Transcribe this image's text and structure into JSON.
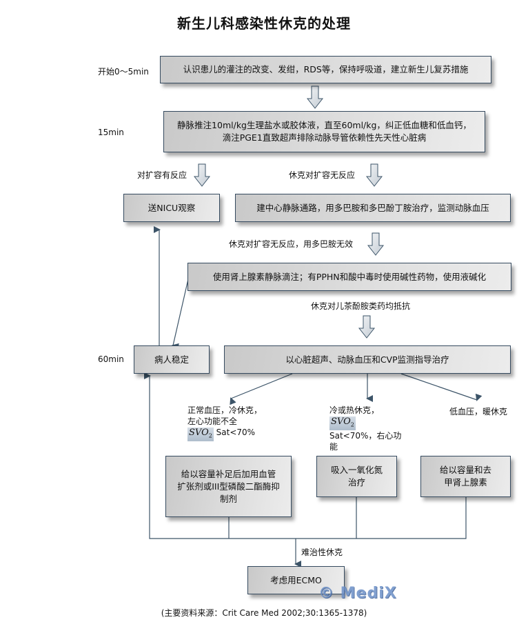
{
  "title": "新生儿科感染性休克的处理",
  "time_labels": {
    "t0": "开始0～5min",
    "t15": "15min",
    "t60": "60min"
  },
  "boxes": {
    "initial": "认识患儿的灌注的改变、发绀，RDS等，保持呼吸道，建立新生儿复苏措施",
    "fluid_line1": "静脉推注10ml/kg生理盐水或胶体液，直至60ml/kg，纠正低血糖和低血钙，",
    "fluid_line2": "滴注PGE1直致超声排除动脉导管依赖性先天性心脏病",
    "nicu": "送NICU观察",
    "central_line": "建中心静脉通路，用多巴胺和多巴酚丁胺治疗，监测动脉血压",
    "epinephrine": "使用肾上腺素静脉滴注；有PPHN和酸中毒时使用碱性药物，使用液碱化",
    "stable": "病人稳定",
    "monitor": "以心脏超声、动脉血压和CVP监测指导治疗",
    "vasodilator": "给以容量补足后加用血管扩张剂或III型磷酸二酯酶抑制剂",
    "nitric_oxide": "吸入一氧化氮治疗",
    "norepinephrine": "给以容量和去甲肾上腺素",
    "ecmo": "考虑用ECMO"
  },
  "arrow_labels": {
    "responsive": "对扩容有反应",
    "unresponsive": "休克对扩容无反应",
    "dopamine_failed": "休克对扩容无反应，用多巴胺无效",
    "catecholamine_resistant": "休克对儿茶酚胺类药均抵抗",
    "refractory": "难治性休克"
  },
  "branches": {
    "left_line1": "正常血压，冷休克，",
    "left_line2": "左心功能不全",
    "left_sat": "Sat<70%",
    "middle_pre": "冷或热休克，",
    "middle_post": "Sat<70%，右心功能",
    "right": "低血压，暖休克",
    "svo_label": "SVO",
    "svo_sub": "2"
  },
  "watermark": "© MediX",
  "source": "(主要资料来源：Crit Care Med 2002;30:1365-1378)"
}
